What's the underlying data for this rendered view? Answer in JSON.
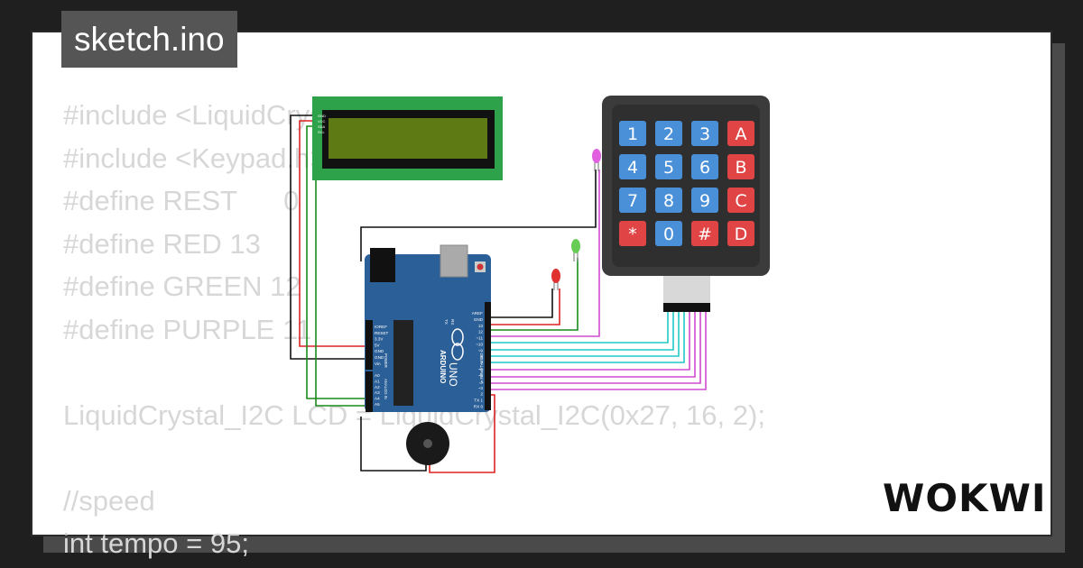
{
  "tab": {
    "filename": "sketch.ino"
  },
  "code_lines": [
    "#include <LiquidCrystal_I2C.h>",
    "#include <Keypad.h>",
    "#define REST      0",
    "#define RED 13",
    "#define GREEN 12",
    "#define PURPLE 11",
    "",
    "LiquidCrystal_I2C LCD = LiquidCrystal_I2C(0x27, 16, 2);",
    "",
    "//speed",
    "int tempo = 95;"
  ],
  "lcd": {
    "pins": [
      "GND",
      "VCC",
      "SDA",
      "SCL"
    ],
    "screen_color": "#4f6b0b",
    "board_color": "#2ea24a"
  },
  "arduino": {
    "brand": "ARDUINO",
    "model": "UNO",
    "power_label": "POWER",
    "analog_label": "ANALOG IN",
    "digital_label": "DIGITAL (PWM ~)",
    "power_pins": [
      "IOREF",
      "RESET",
      "3.3V",
      "5V",
      "GND",
      "GND",
      "Vin"
    ],
    "analog_pins": [
      "A0",
      "A1",
      "A2",
      "A3",
      "A4",
      "A5"
    ],
    "digital_pins": [
      "AREF",
      "GND",
      "13",
      "12",
      "~11",
      "~10",
      "~9",
      "8",
      "7",
      "~6",
      "~5",
      "4",
      "~3",
      "2",
      "TX 1",
      "RX 0"
    ],
    "tx_rx": [
      "TX",
      "RX"
    ],
    "board_color": "#2b5f97"
  },
  "keypad": {
    "rows": [
      [
        "1",
        "2",
        "3",
        "A"
      ],
      [
        "4",
        "5",
        "6",
        "B"
      ],
      [
        "7",
        "8",
        "9",
        "C"
      ],
      [
        "*",
        "0",
        "#",
        "D"
      ]
    ],
    "number_key_color": "#4a90d9",
    "letter_key_color": "#e04444",
    "body_color": "#3b3b3b"
  },
  "leds": {
    "purple": "#e060e0",
    "green": "#66cc55",
    "red": "#e03030"
  },
  "logo": {
    "text": "WOKWI"
  }
}
